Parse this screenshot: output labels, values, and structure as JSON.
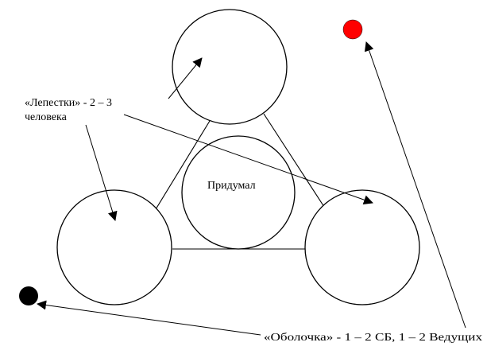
{
  "diagram": {
    "center_label": "Придумал",
    "petals_label_line1": "«Лепестки» - 2 – 3",
    "petals_label_line2": "человека",
    "shell_label": "«Оболочка» - 1 – 2 СБ, 1 – 2 Ведущих"
  },
  "colors": {
    "red_dot": "#ff0000",
    "black_dot": "#000000"
  }
}
